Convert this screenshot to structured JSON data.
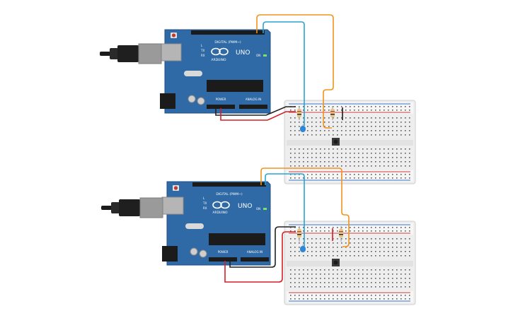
{
  "colors": {
    "board": "#2f6aa6",
    "board_dark": "#1f4f82",
    "header": "#1b1b1b",
    "breadboard": "#eeeeee",
    "breadboard_edge": "#cfcfcf",
    "hole": "#5a5a5a",
    "rail_red": "#d33b3b",
    "rail_blue": "#3a73c9",
    "wire_orange": "#f0931e",
    "wire_blue": "#2aa3d6",
    "wire_black": "#222222",
    "wire_red": "#d61f26",
    "led_blue": "#2e86d6",
    "resistor": "#e8c48a",
    "usb": "#9a9a9a"
  },
  "boards": [
    {
      "brand": "ARDUINO",
      "model": "UNO",
      "digital_label": "DIGITAL (PWM~)",
      "power_label": "POWER",
      "analog_label": "ANALOG IN",
      "tx_label": "TX",
      "rx_label": "RX",
      "on_label": "ON",
      "l_label": "L"
    },
    {
      "brand": "ARDUINO",
      "model": "UNO",
      "digital_label": "DIGITAL (PWM~)",
      "power_label": "POWER",
      "analog_label": "ANALOG IN",
      "tx_label": "TX",
      "rx_label": "RX",
      "on_label": "ON",
      "l_label": "L"
    }
  ],
  "icons": {
    "usb_cable": "usb-cable-icon",
    "arduino_logo": "arduino-infinity-icon",
    "push_button": "push-button-icon",
    "led": "led-icon",
    "resistor": "resistor-icon"
  }
}
